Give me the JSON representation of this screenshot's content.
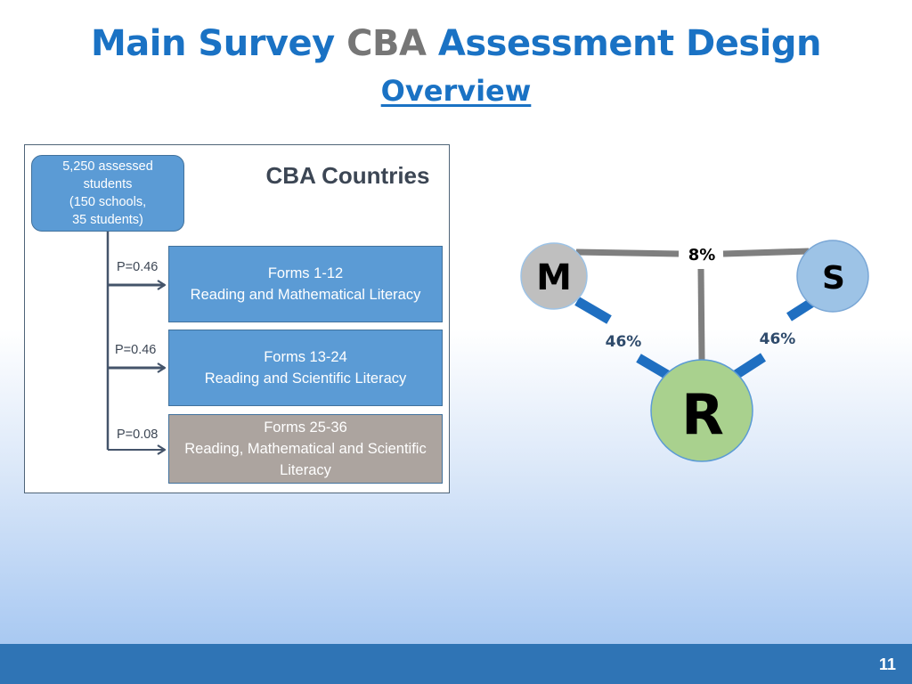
{
  "slide": {
    "title_part1": "Main Survey ",
    "title_highlight": "CBA",
    "title_part2": " Assessment Design",
    "subtitle": "Overview",
    "page_number": "11"
  },
  "flowchart": {
    "panel_title": "CBA Countries",
    "start_label": "5,250 assessed\nstudents\n(150 schools,\n35 students)",
    "branches": [
      {
        "probability": "P=0.46",
        "form_label": "Forms 1-12\nReading and Mathematical Literacy",
        "color": "#5b9bd5"
      },
      {
        "probability": "P=0.46",
        "form_label": "Forms 13-24\nReading and Scientific Literacy",
        "color": "#5b9bd5"
      },
      {
        "probability": "P=0.08",
        "form_label": "Forms 25-36\nReading, Mathematical and Scientific\nLiteracy",
        "color": "#aca49f"
      }
    ]
  },
  "triangle": {
    "nodes": [
      {
        "id": "M",
        "label": "M",
        "color": "#bfbfbf"
      },
      {
        "id": "S",
        "label": "S",
        "color": "#9dc3e6"
      },
      {
        "id": "R",
        "label": "R",
        "color": "#a9d18e"
      }
    ],
    "edges": [
      {
        "from": "M",
        "to": "R",
        "label": "46%",
        "color": "#1f6fc1"
      },
      {
        "from": "S",
        "to": "R",
        "label": "46%",
        "color": "#1f6fc1"
      },
      {
        "from": "M",
        "to": "S",
        "label": "8%",
        "color": "#7f7f7f"
      }
    ]
  }
}
